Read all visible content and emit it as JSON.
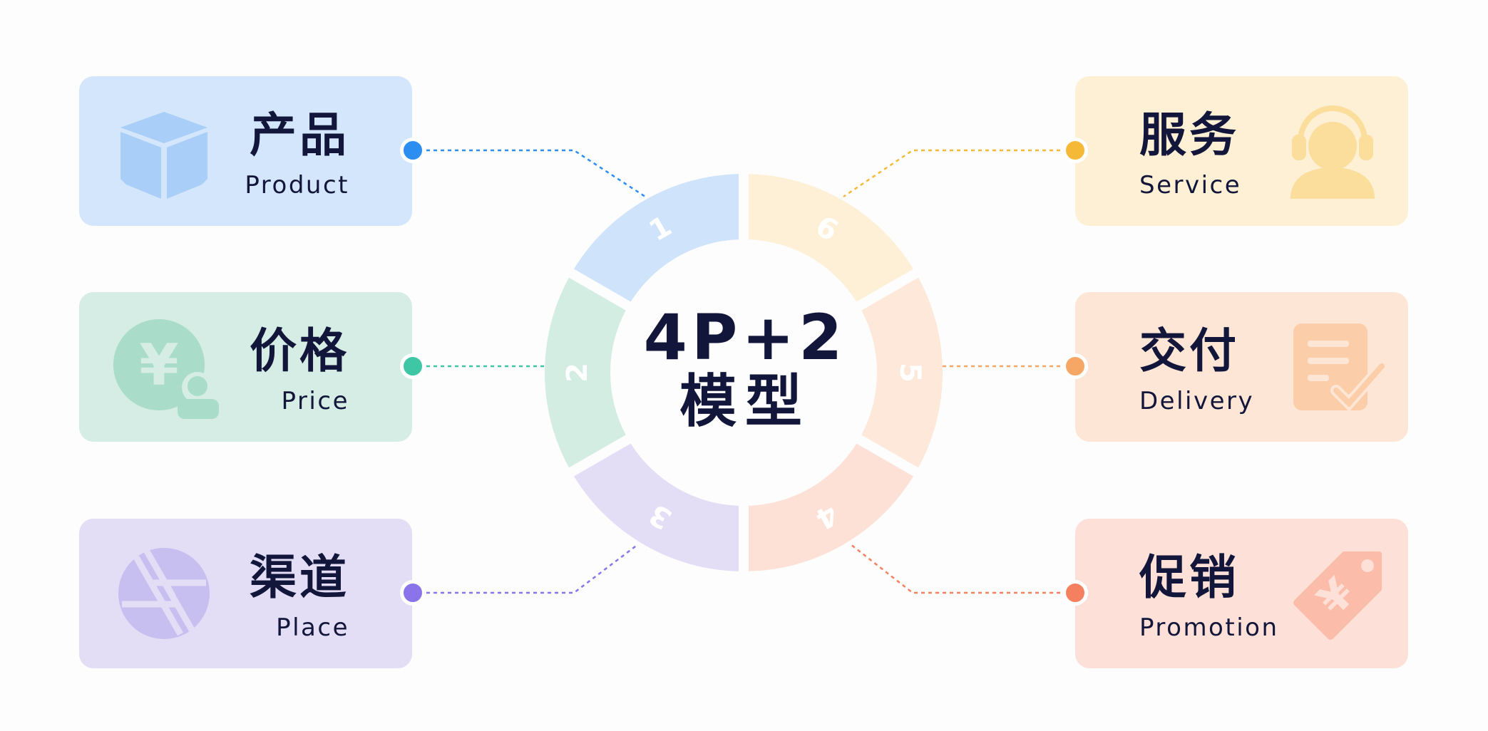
{
  "center": {
    "line1": "4P+2",
    "line2": "模型"
  },
  "segments": [
    {
      "number": "1",
      "color": "#cfe4fb"
    },
    {
      "number": "2",
      "color": "#d3ede3"
    },
    {
      "number": "3",
      "color": "#e3def6"
    },
    {
      "number": "4",
      "color": "#fde1d7"
    },
    {
      "number": "5",
      "color": "#fde8da"
    },
    {
      "number": "6",
      "color": "#fdf0d6"
    }
  ],
  "cards": {
    "product": {
      "zh": "产品",
      "en": "Product",
      "icon": "box-icon",
      "bg": "#d3e6fb",
      "accent": "#2d8ef2"
    },
    "price": {
      "zh": "价格",
      "en": "Price",
      "icon": "yen-coin-icon",
      "bg": "#d5ede4",
      "accent": "#3fc6a5"
    },
    "place": {
      "zh": "渠道",
      "en": "Place",
      "icon": "aperture-icon",
      "bg": "#e3def6",
      "accent": "#8b74ea"
    },
    "service": {
      "zh": "服务",
      "en": "Service",
      "icon": "headset-user-icon",
      "bg": "#fef0d5",
      "accent": "#f6b937"
    },
    "delivery": {
      "zh": "交付",
      "en": "Delivery",
      "icon": "document-check-icon",
      "bg": "#fde6d6",
      "accent": "#f6a765"
    },
    "promotion": {
      "zh": "促销",
      "en": "Promotion",
      "icon": "price-tag-icon",
      "bg": "#fde0d7",
      "accent": "#f4805f"
    }
  }
}
